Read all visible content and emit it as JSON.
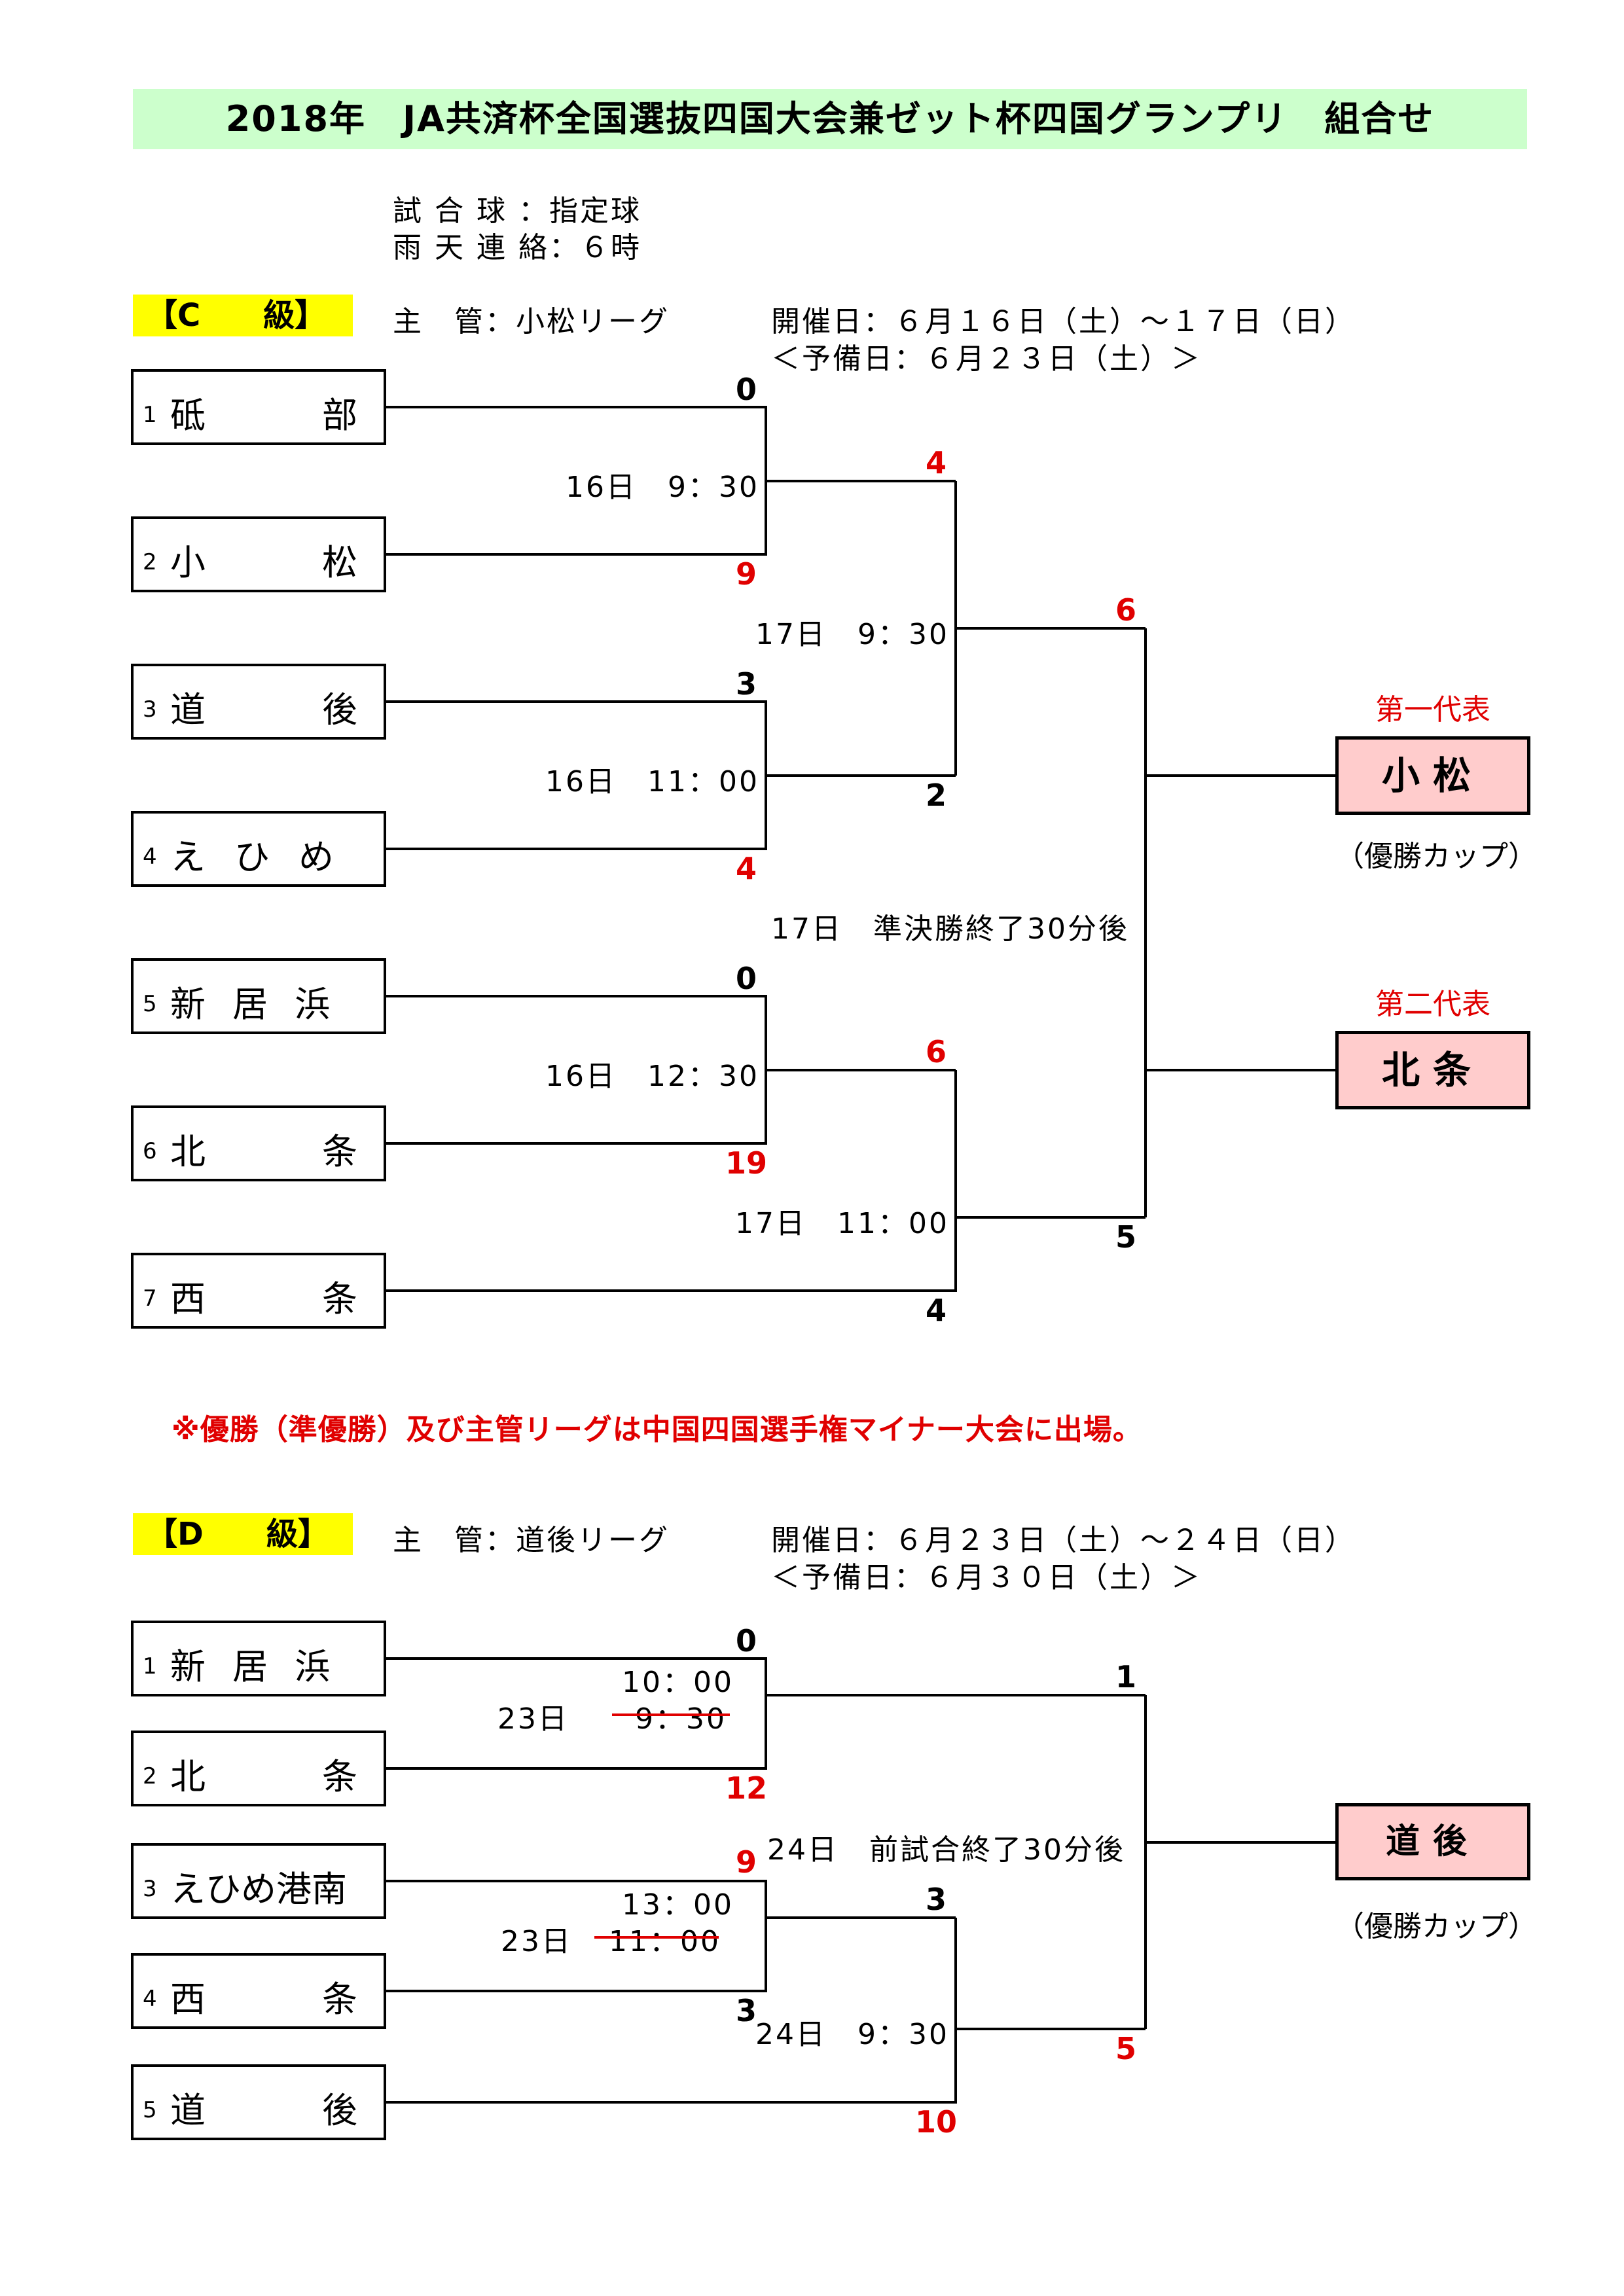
{
  "title": "2018年　JA共済杯全国選抜四国大会兼ゼット杯四国グランプリ　組合せ",
  "info": {
    "ball": "試 合 球 ：指定球",
    "rain": "雨 天 連 絡：６時"
  },
  "c_class": {
    "label": "【C　　級】",
    "host": "主　管：小松リーグ",
    "dates": "開催日：６月１６日（土）～１７日（日）",
    "reserve": "＜予備日：６月２３日（土）＞",
    "teams": [
      {
        "no": "1",
        "name": "砥　　　部"
      },
      {
        "no": "2",
        "name": "小　　　松"
      },
      {
        "no": "3",
        "name": "道　　　後"
      },
      {
        "no": "4",
        "name": "えひめ"
      },
      {
        "no": "5",
        "name": "新 居 浜"
      },
      {
        "no": "6",
        "name": "北　　　条"
      },
      {
        "no": "7",
        "name": "西　　　条"
      }
    ],
    "times": {
      "r1a": "16日　9：30",
      "r1b": "16日　11：00",
      "r1c": "16日　12：30",
      "r2a": "17日　9：30",
      "r2b": "17日　11：00",
      "final": "17日　準決勝終了30分後"
    },
    "scores": {
      "m1_top": "0",
      "m1_bottom": "9",
      "m2_top": "3",
      "m2_bottom": "4",
      "m3_top": "0",
      "m3_bottom": "19",
      "s1_top": "4",
      "s1_bottom": "2",
      "s2_top": "6",
      "s2_bottom": "4",
      "f_top": "6",
      "f_bottom": "5"
    },
    "rep1_label": "第一代表",
    "rep1": "小松",
    "cup1": "（優勝カップ）",
    "rep2_label": "第二代表",
    "rep2": "北条"
  },
  "note": "※優勝（準優勝）及び主管リーグは中国四国選手権マイナー大会に出場。",
  "d_class": {
    "label": "【D　　級】",
    "host": "主　管：道後リーグ",
    "dates": "開催日：６月２３日（土）～２４日（日）",
    "reserve": "＜予備日：６月３０日（土）＞",
    "teams": [
      {
        "no": "1",
        "name": "新 居 浜"
      },
      {
        "no": "2",
        "name": "北　　　条"
      },
      {
        "no": "3",
        "name": "えひめ港南"
      },
      {
        "no": "4",
        "name": "西　　　条"
      },
      {
        "no": "5",
        "name": "道　　　後"
      }
    ],
    "times": {
      "m1_day": "23日",
      "m1_new": "10：00",
      "m1_old": "9：30",
      "m2_day": "23日",
      "m2_new": "13：00",
      "m2_old": "11：00",
      "semi": "24日　9：30",
      "final": "24日　前試合終了30分後"
    },
    "scores": {
      "m1_top": "0",
      "m1_bottom": "12",
      "m2_top": "9",
      "m2_bottom": "3",
      "s_top": "3",
      "s_bottom": "10",
      "f_top": "1",
      "f_bottom": "5"
    },
    "winner": "道後",
    "cup": "（優勝カップ）"
  }
}
